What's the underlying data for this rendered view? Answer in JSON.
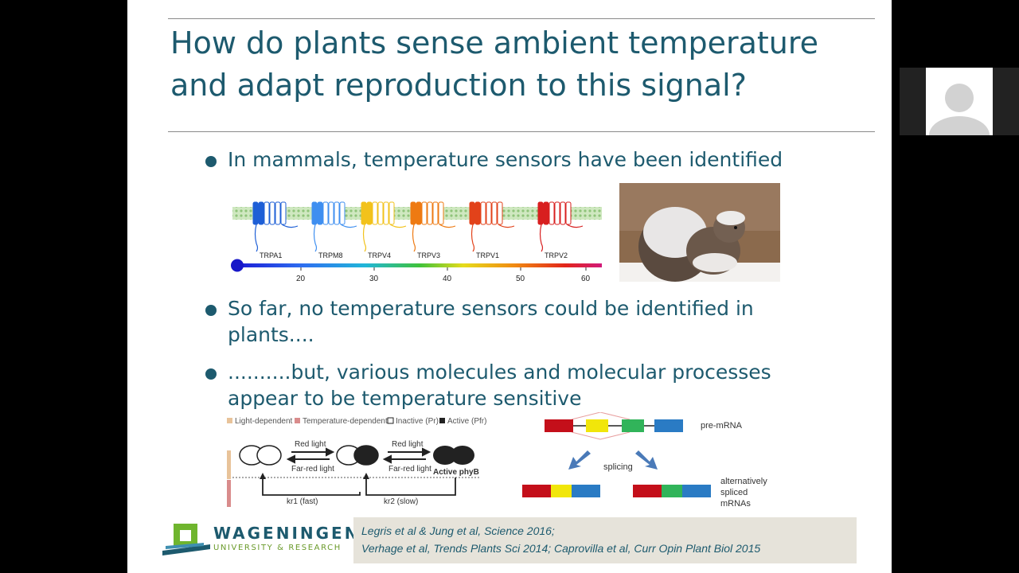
{
  "slide": {
    "title": "How do plants sense ambient temperature and adapt reproduction to this signal?",
    "bullets": [
      "In mammals, temperature sensors have been identified",
      "So far, no temperature sensors could be identified in plants....",
      "..........but, various molecules and molecular processes appear to be temperature sensitive"
    ]
  },
  "trp_figure": {
    "channels": [
      "TRPA1",
      "TRPM8",
      "TRPV4",
      "TRPV3",
      "TRPV1",
      "TRPV2"
    ],
    "scale_ticks": [
      "20",
      "30",
      "40",
      "50",
      "60"
    ],
    "channel_colors": [
      "#1e5fd6",
      "#3f8ff0",
      "#f2c21b",
      "#ee7a12",
      "#e2421a",
      "#d81f1f"
    ]
  },
  "phyb_figure": {
    "legend": [
      "Light-dependent",
      "Temperature-dependent",
      "Inactive (Pr)",
      "Active (Pfr)"
    ],
    "red_light_1": "Red light",
    "far_red_light_1": "Far-red light",
    "red_light_2": "Red light",
    "far_red_light_2": "Far-red light",
    "active_label": "Active phyB",
    "kr1": "kr1 (fast)",
    "kr2": "kr2 (slow)"
  },
  "splicing_figure": {
    "pre_mrna": "pre-mRNA",
    "splicing": "splicing",
    "alt_line1": "alternatively",
    "alt_line2": "spliced",
    "alt_line3": "mRNAs"
  },
  "footer": {
    "logo_word": "WAGENINGEN",
    "logo_sub": "UNIVERSITY & RESEARCH",
    "refs_line1": "Legris et al & Jung et al, Science 2016;",
    "refs_line2": "Verhage et al, Trends Plants Sci 2014; Caprovilla et al, Curr Opin Plant Biol 2015"
  }
}
